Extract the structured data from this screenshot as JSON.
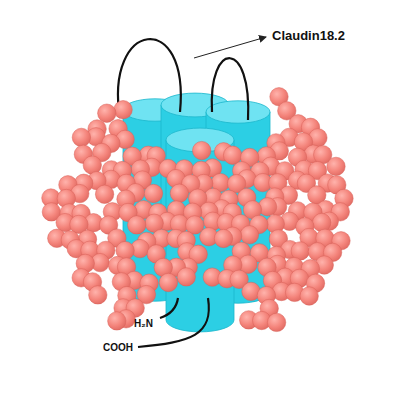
{
  "diagram": {
    "labels": [
      "Claudin18.2",
      "H₂N",
      "COOH"
    ]
  }
}
